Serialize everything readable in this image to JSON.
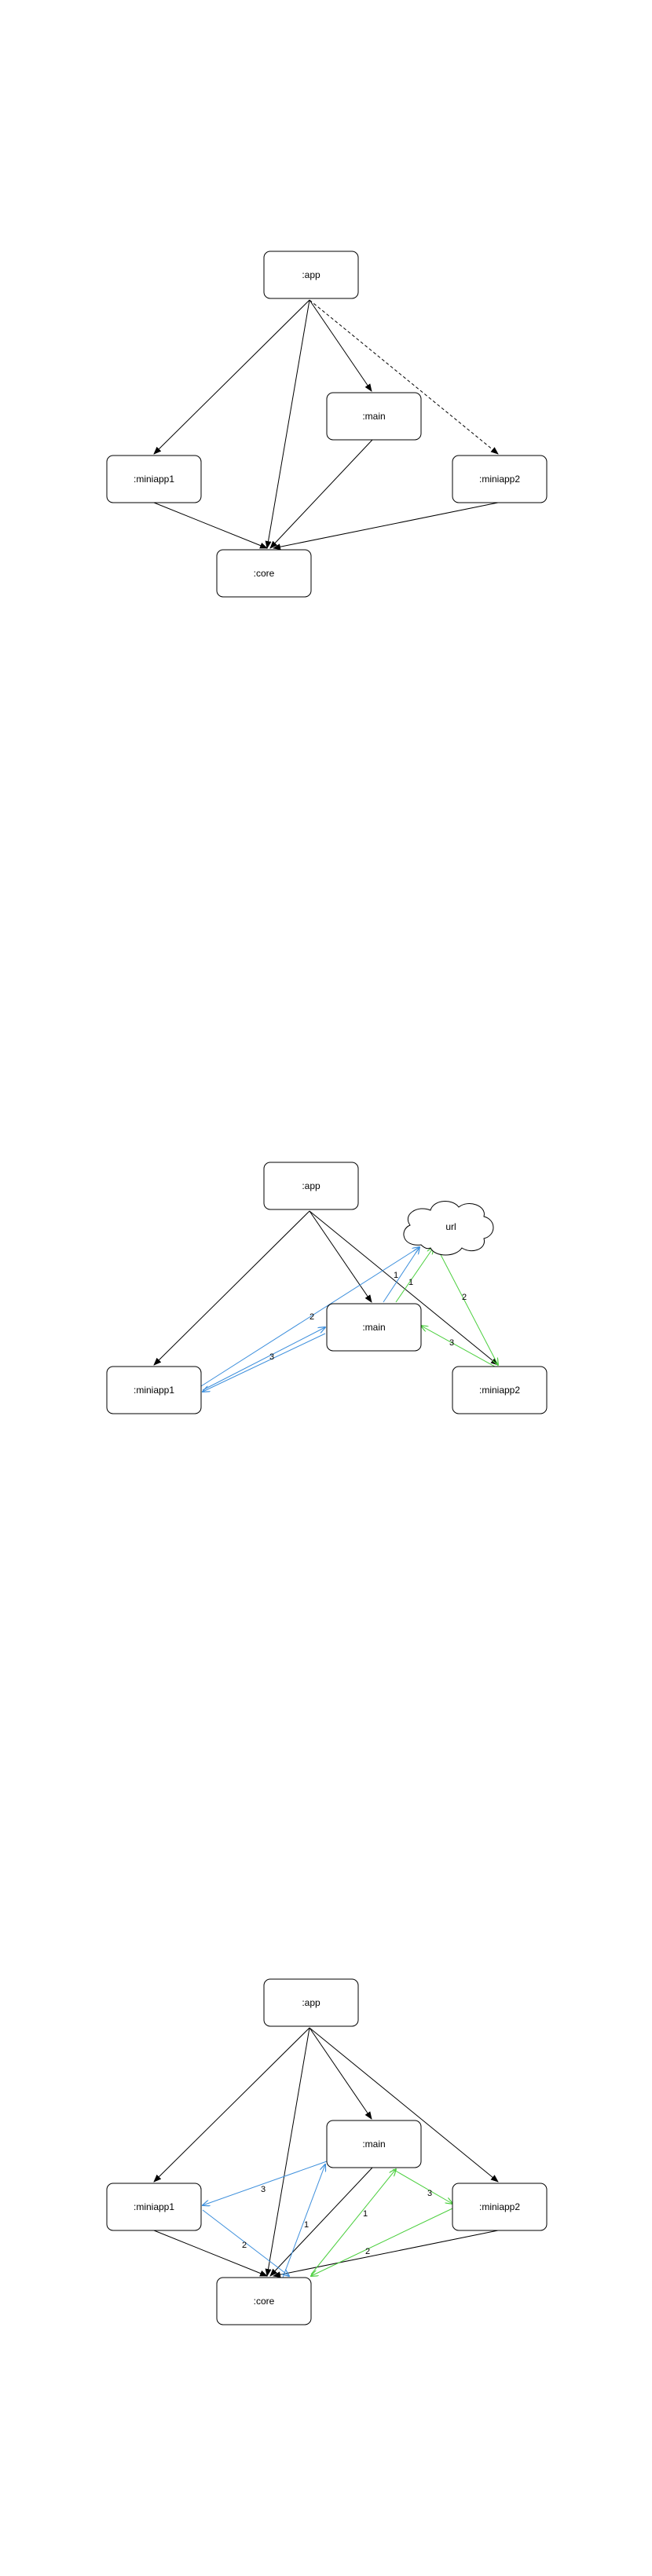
{
  "colors": {
    "black": "#000000",
    "blue": "#3d8fdc",
    "green": "#4ccf3f"
  },
  "diagrams": [
    {
      "id": "dependency-graph",
      "nodes": [
        {
          "id": "app",
          "label": ":app"
        },
        {
          "id": "main",
          "label": ":main"
        },
        {
          "id": "miniapp1",
          "label": ":miniapp1"
        },
        {
          "id": "miniapp2",
          "label": ":miniapp2"
        },
        {
          "id": "core",
          "label": ":core"
        }
      ]
    },
    {
      "id": "url-flow",
      "nodes": [
        {
          "id": "app",
          "label": ":app"
        },
        {
          "id": "main",
          "label": ":main"
        },
        {
          "id": "miniapp1",
          "label": ":miniapp1"
        },
        {
          "id": "miniapp2",
          "label": ":miniapp2"
        },
        {
          "id": "url",
          "label": "url"
        }
      ],
      "edge_labels": [
        "1",
        "2",
        "3",
        "1",
        "2",
        "3"
      ]
    },
    {
      "id": "core-flow",
      "nodes": [
        {
          "id": "app",
          "label": ":app"
        },
        {
          "id": "main",
          "label": ":main"
        },
        {
          "id": "miniapp1",
          "label": ":miniapp1"
        },
        {
          "id": "miniapp2",
          "label": ":miniapp2"
        },
        {
          "id": "core",
          "label": ":core"
        }
      ],
      "edge_labels": [
        "1",
        "2",
        "3",
        "1",
        "2",
        "3"
      ]
    }
  ]
}
